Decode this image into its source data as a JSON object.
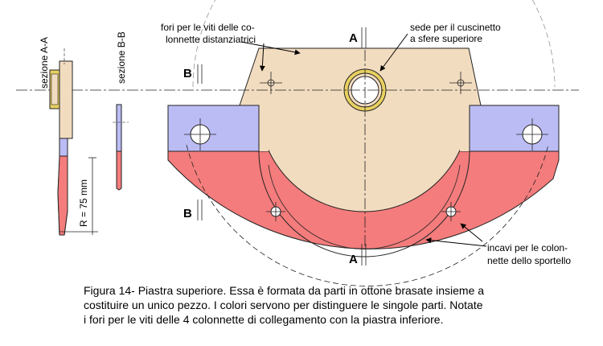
{
  "labels": {
    "section_aa_vertical": "sezione A-A",
    "section_bb_vertical": "sezione B-B",
    "radius_note": "R = 75 mm",
    "section_letter_a": "A",
    "section_letter_b": "B",
    "screw_holes_line1": "fori per le viti delle co-",
    "screw_holes_line2": "lonnette distanziatrici",
    "bearing_seat_line1": "sede per il cuscinetto",
    "bearing_seat_line2": "a sfere superiore",
    "notches_line1": "incavi per le colon-",
    "notches_line2": "nette dello sportello"
  },
  "caption": {
    "line1": "Figura 14- Piastra superiore. Essa è formata da parti in ottone brasate insieme a",
    "line2": "costituire un unico pezzo. I colori servono per distinguere le singole parti. Notate",
    "line3": "i fori per le viti delle 4 colonnette di collegamento con la piastra inferiore."
  },
  "colors": {
    "beige": "#f2dcc0",
    "lavender": "#bcbcf5",
    "salmon": "#f47c7c",
    "gold": "#e8d060",
    "outline": "#222222"
  }
}
